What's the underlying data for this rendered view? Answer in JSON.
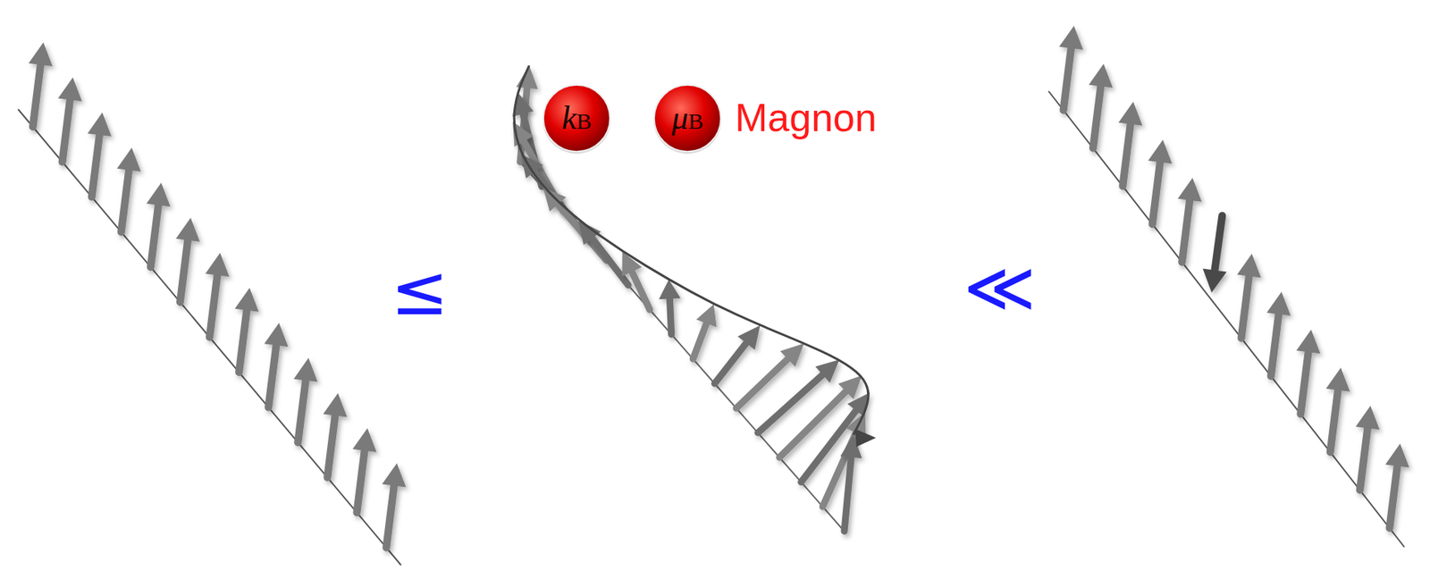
{
  "diagram": {
    "nodes": [
      {
        "text": [
          "kB"
        ]
      },
      {
        "text": [
          "μB"
        ]
      }
    ],
    "labels": [
      "Magnon",
      "≤",
      "≪"
    ]
  }
}
